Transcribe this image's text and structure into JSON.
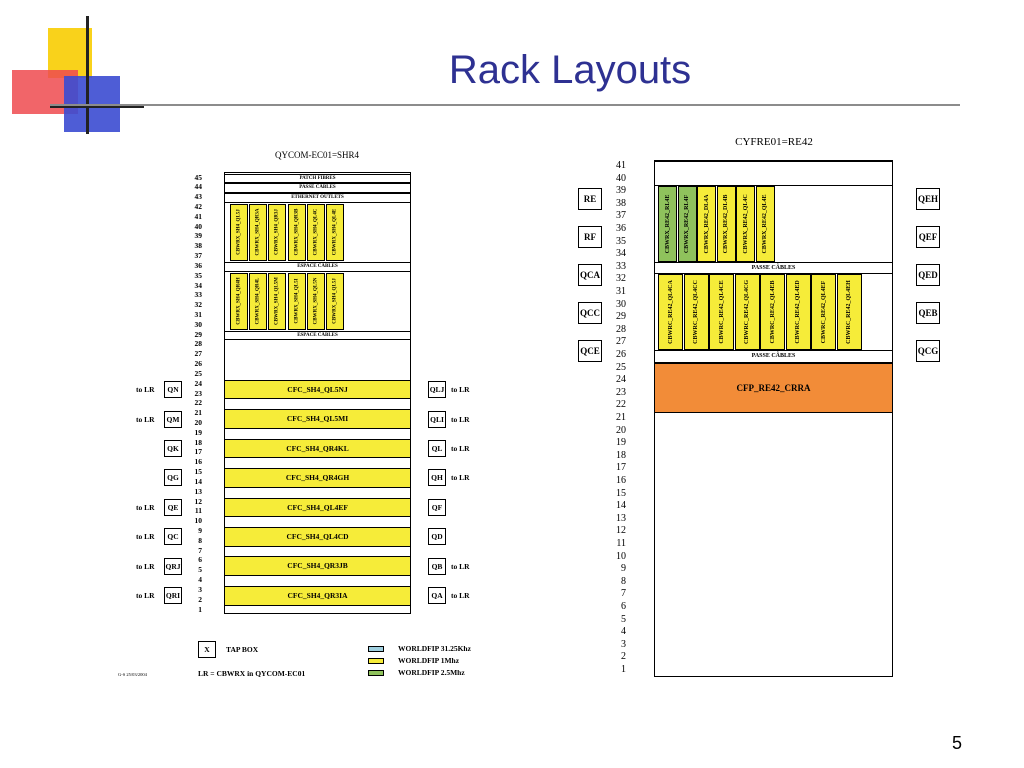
{
  "slide": {
    "title": "Rack Layouts",
    "page_number": "5"
  },
  "left_rack": {
    "title": "QYCOM-EC01=SHR4",
    "units": [
      "45",
      "44",
      "43",
      "42",
      "41",
      "40",
      "39",
      "38",
      "37",
      "36",
      "35",
      "34",
      "33",
      "32",
      "31",
      "30",
      "29",
      "28",
      "27",
      "26",
      "25",
      "24",
      "23",
      "22",
      "21",
      "20",
      "19",
      "18",
      "17",
      "16",
      "15",
      "14",
      "13",
      "12",
      "11",
      "10",
      "9",
      "8",
      "7",
      "6",
      "5",
      "4",
      "3",
      "2",
      "1"
    ],
    "top_strips": [
      "PATCH FIBRES",
      "PASSE CÂBLES",
      "ETHERNET OUTLETS"
    ],
    "upper_cards": [
      "CBWRX_SH4_QL5J",
      "CBWRX_SH4_QR3A",
      "CBWRX_SH4_QR3J",
      "CBWRX_SH4_QR3B",
      "CBWRX_SH4_QL4C",
      "CBWRX_SH4_QL4E"
    ],
    "espace_1": "ESPACE CÂBLES",
    "lower_cards": [
      "CBWRX_SH4_QR4H",
      "CBWRX_SH4_QR4L",
      "CBWRX_SH4_QL5M",
      "CBWRX_SH4_QL5I",
      "CBWRX_SH4_QL5N",
      "CBWRX_SH4_QL5J"
    ],
    "espace_2": "ESPACE CÂBLES",
    "crates": [
      "CFC_SH4_QL5NJ",
      "CFC_SH4_QL5MI",
      "CFC_SH4_QR4KL",
      "CFC_SH4_QR4GH",
      "CFC_SH4_QL4EF",
      "CFC_SH4_QL4CD",
      "CFC_SH4_QR3JB",
      "CFC_SH4_QR3IA"
    ],
    "left_boxes": [
      "QN",
      "QM",
      "QK",
      "QG",
      "QE",
      "QC",
      "QRJ",
      "QRI"
    ],
    "left_labels": [
      "to LR",
      "to LR",
      "",
      "",
      "to LR",
      "to LR",
      "to LR",
      "to LR"
    ],
    "right_boxes": [
      "QLJ",
      "QLI",
      "QL",
      "QH",
      "QF",
      "QD",
      "QB",
      "QA"
    ],
    "right_labels": [
      "to LR",
      "to LR",
      "to LR",
      "to LR",
      "",
      "",
      "to LR",
      "to LR"
    ]
  },
  "legend": {
    "tap_symbol": "X",
    "tap_label": "TAP BOX",
    "lr_note": "LR = CBWRX in QYCOM-EC01",
    "date_note": "G-S 25/03/2004",
    "items": [
      {
        "label": "WORLDFIP 31.25Khz",
        "color": "#9fd0e0"
      },
      {
        "label": "WORLDFIP 1Mhz",
        "color": "#f6ec39"
      },
      {
        "label": "WORLDFIP 2.5Mhz",
        "color": "#8fc25c"
      }
    ]
  },
  "right_rack": {
    "title": "CYFRE01=RE42",
    "units": [
      "41",
      "40",
      "39",
      "38",
      "37",
      "36",
      "35",
      "34",
      "33",
      "32",
      "31",
      "30",
      "29",
      "28",
      "27",
      "26",
      "25",
      "24",
      "23",
      "22",
      "21",
      "20",
      "19",
      "18",
      "17",
      "16",
      "15",
      "14",
      "13",
      "12",
      "11",
      "10",
      "9",
      "8",
      "7",
      "6",
      "5",
      "4",
      "3",
      "2",
      "1"
    ],
    "upper_cards": [
      {
        "label": "CBWRX_RE42_RL4E",
        "color": "green"
      },
      {
        "label": "CBWRX_RE42_RL4F",
        "color": "green"
      },
      {
        "label": "CBWRX_RE42_DL4A",
        "color": "yellow"
      },
      {
        "label": "CBWRX_RE42_DL4B",
        "color": "yellow"
      },
      {
        "label": "CBWRX_RE42_QL4C",
        "color": "yellow"
      },
      {
        "label": "CBWRX_RE42_QL4E",
        "color": "yellow"
      }
    ],
    "passe_1": "PASSE CÂBLES",
    "lower_cards": [
      "CBWRC_RE42_QL4CA",
      "CBWRC_RE42_QL4CC",
      "CBWRC_RE42_QL4CE",
      "CBWRC_RE42_QL4CG",
      "CBWRC_RE42_QL4EB",
      "CBWRC_RE42_QL4ED",
      "CBWRC_RE42_QL4EF",
      "CBWRC_RE42_QL4EH"
    ],
    "passe_2": "PASSE CÂBLES",
    "crate": "CFP_RE42_CRRA",
    "left_boxes": [
      "RE",
      "RF",
      "QCA",
      "QCC",
      "QCE"
    ],
    "right_boxes": [
      "QEH",
      "QEF",
      "QED",
      "QEB",
      "QCG"
    ]
  }
}
